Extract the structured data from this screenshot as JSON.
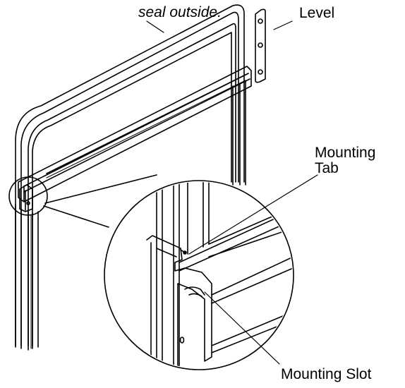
{
  "labels": {
    "note_fragment": "seal outside.",
    "level": "Level",
    "mounting_tab": "Mounting\nTab",
    "mounting_slot": "Mounting Slot"
  },
  "colors": {
    "line": "#000000",
    "background": "#ffffff",
    "shade": "#cfcfcf"
  }
}
